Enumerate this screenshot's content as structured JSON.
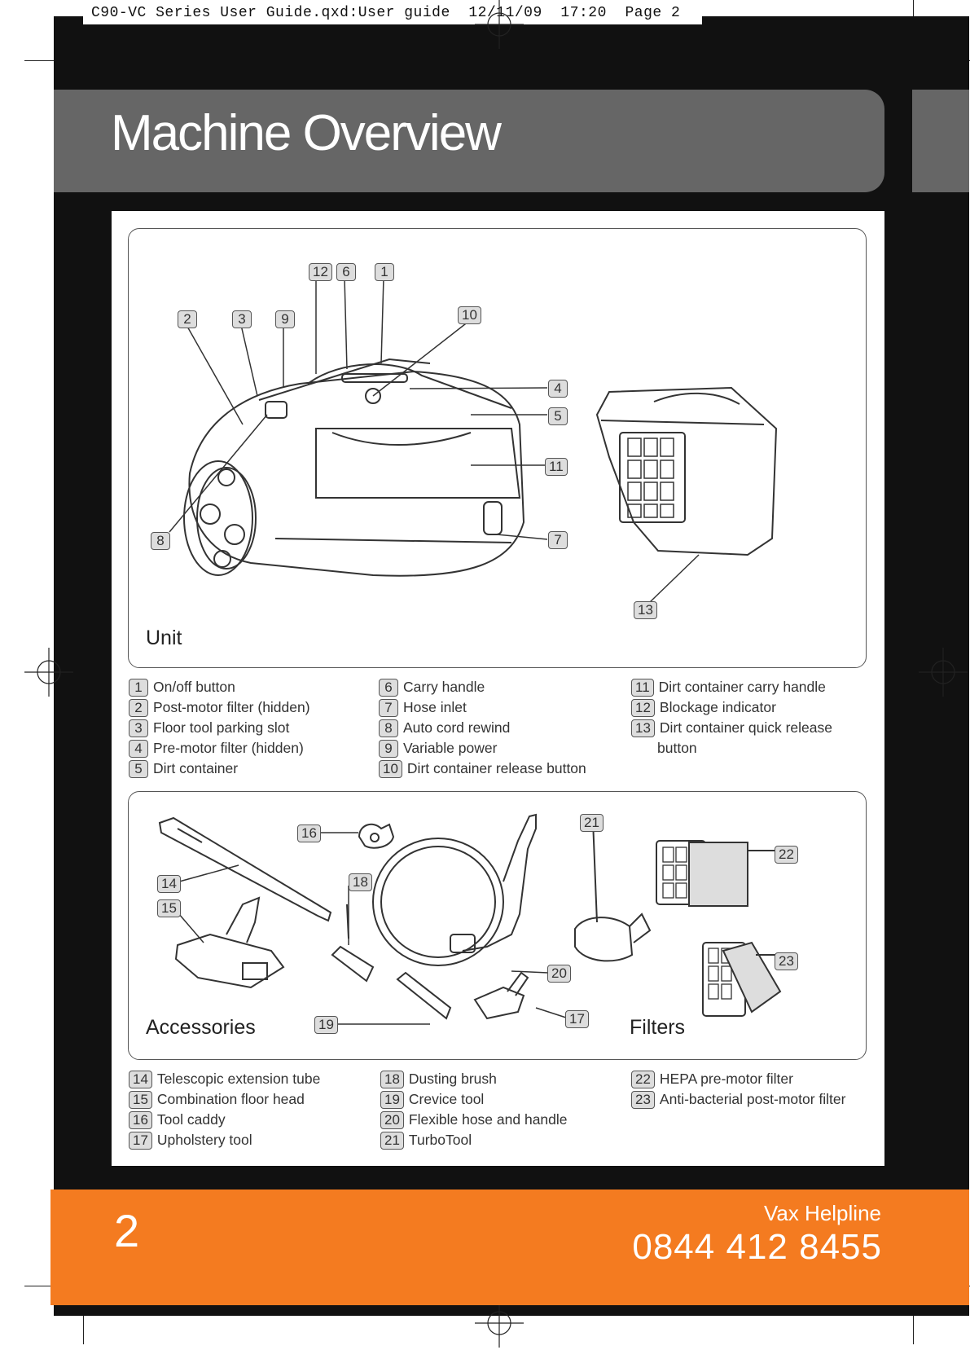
{
  "slug": "C90-VC Series User Guide.qxd:User guide  12/11/09  17:20  Page 2",
  "title": "Machine Overview",
  "unit_panel": {
    "label": "Unit",
    "callouts": [
      "12",
      "6",
      "1",
      "2",
      "3",
      "9",
      "10",
      "4",
      "5",
      "11",
      "8",
      "7",
      "13"
    ]
  },
  "unit_legend": {
    "col1": [
      {
        "n": "1",
        "text": "On/off button"
      },
      {
        "n": "2",
        "text": "Post-motor filter (hidden)"
      },
      {
        "n": "3",
        "text": "Floor tool parking slot"
      },
      {
        "n": "4",
        "text": "Pre-motor filter (hidden)"
      },
      {
        "n": "5",
        "text": "Dirt container"
      }
    ],
    "col2": [
      {
        "n": "6",
        "text": "Carry handle"
      },
      {
        "n": "7",
        "text": "Hose inlet"
      },
      {
        "n": "8",
        "text": "Auto cord rewind"
      },
      {
        "n": "9",
        "text": "Variable power"
      },
      {
        "n": "10",
        "text": "Dirt container release button"
      }
    ],
    "col3": [
      {
        "n": "11",
        "text": "Dirt container carry handle"
      },
      {
        "n": "12",
        "text": "Blockage indicator"
      },
      {
        "n": "13",
        "text": "Dirt container quick release"
      }
    ],
    "col3_continuation": "button"
  },
  "accessories_panel": {
    "label_accessories": "Accessories",
    "label_filters": "Filters",
    "callouts": [
      "16",
      "14",
      "18",
      "15",
      "21",
      "22",
      "20",
      "23",
      "19",
      "17"
    ]
  },
  "accessories_legend": {
    "col1": [
      {
        "n": "14",
        "text": "Telescopic extension tube"
      },
      {
        "n": "15",
        "text": "Combination floor head"
      },
      {
        "n": "16",
        "text": "Tool caddy"
      },
      {
        "n": "17",
        "text": "Upholstery tool"
      }
    ],
    "col2": [
      {
        "n": "18",
        "text": "Dusting brush"
      },
      {
        "n": "19",
        "text": "Crevice tool"
      },
      {
        "n": "20",
        "text": "Flexible hose and handle"
      },
      {
        "n": "21",
        "text": "TurboTool"
      }
    ],
    "col3": [
      {
        "n": "22",
        "text": "HEPA pre-motor filter"
      },
      {
        "n": "23",
        "text": "Anti-bacterial post-motor filter"
      }
    ]
  },
  "footer": {
    "page_number": "2",
    "helpline_label": "Vax Helpline",
    "phone": "0844 412 8455",
    "color": "#f47b20"
  }
}
